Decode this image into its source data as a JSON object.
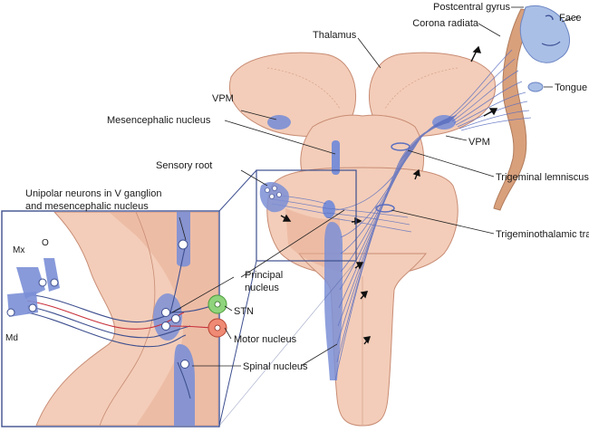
{
  "labels": {
    "postcentral_gyrus": "Postcentral gyrus",
    "corona_radiata": "Corona radiata",
    "face": "Face",
    "thalamus": "Thalamus",
    "tongue": "Tongue",
    "vpm_left": "VPM",
    "vpm_right": "VPM",
    "mesencephalic_nucleus": "Mesencephalic nucleus",
    "sensory_root": "Sensory root",
    "trigeminal_lemniscus": "Trigeminal lemniscus",
    "unipolar_line1": "Unipolar neurons in V ganglion",
    "unipolar_line2": "and mesencephalic nucleus",
    "trigeminothalamic_tract": "Trigeminothalamic tract",
    "mx": "Mx",
    "o": "O",
    "md": "Md",
    "principal_line1": "Principal",
    "principal_line2": "nucleus",
    "stn": "STN",
    "motor_nucleus": "Motor nucleus",
    "spinal_nucleus": "Spinal nucleus"
  },
  "colors": {
    "tissue": "#f3cdb9",
    "tissue_dark": "#e7a98f",
    "tissue_outline": "#c88c74",
    "nucleus_blue": "#7b8fd6",
    "fiber_blue": "#5b6fc0",
    "fiber_red": "#c8303a",
    "stn_green": "#6cc35a",
    "motor_red": "#e0674f",
    "cortex": "#d9a07c",
    "face_blue": "#a9bfe6",
    "box_line": "#3e4f8f",
    "leader": "#222222"
  }
}
